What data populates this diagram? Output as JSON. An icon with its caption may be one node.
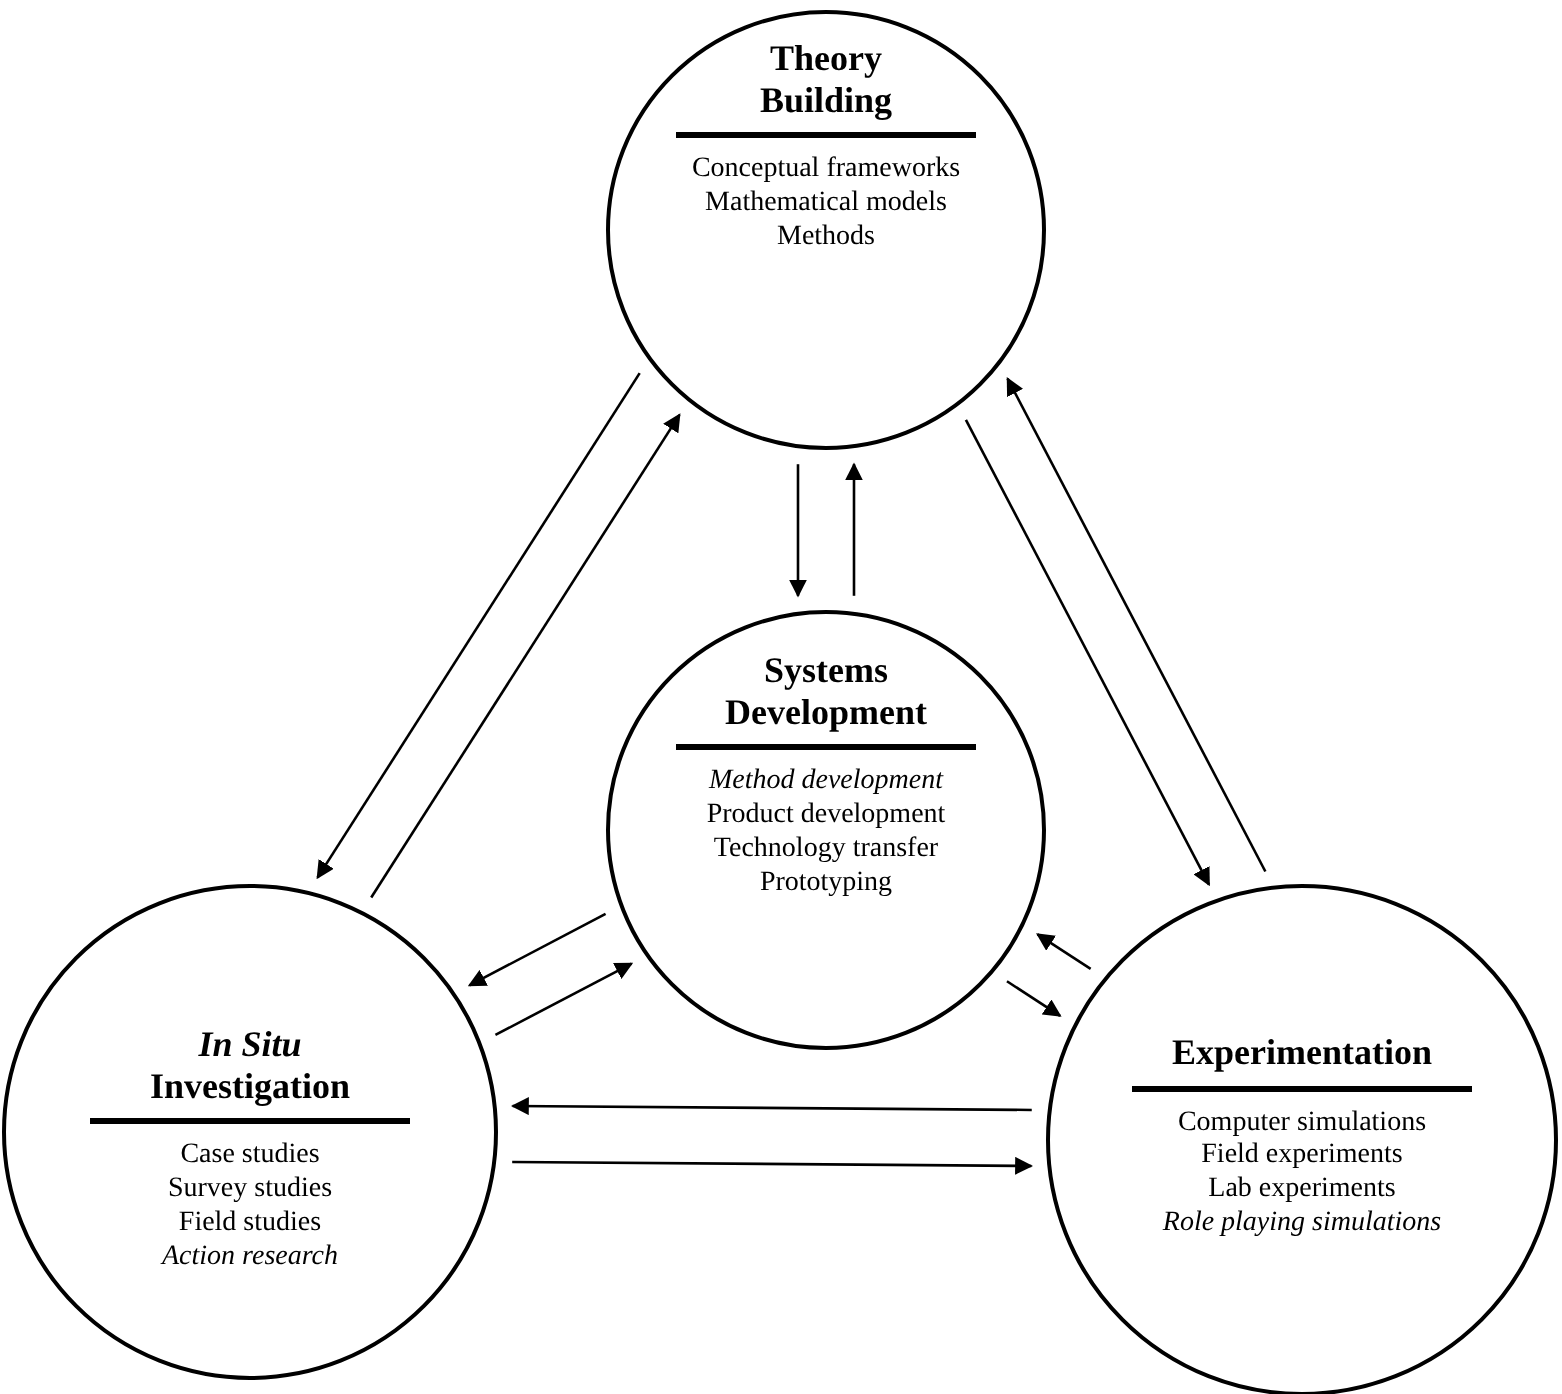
{
  "diagram": {
    "nodes": [
      {
        "text": [
          "Theory Building",
          "Conceptual frameworks",
          "Mathematical models",
          "Methods"
        ]
      },
      {
        "text": [
          "Systems Development",
          "*Method development*",
          "Product development",
          "Technology transfer",
          "Prototyping"
        ]
      },
      {
        "text": [
          "*In Situ* Investigation",
          "Case studies",
          "Survey studies",
          "Field studies",
          "*Action research*"
        ]
      },
      {
        "text": [
          "Experimentation",
          "Computer simulations",
          "Field experiments",
          "Lab experiments",
          "*Role playing simulations*"
        ]
      }
    ],
    "edges": [
      {
        "from": 2,
        "to": 0,
        "arrow": "to"
      },
      {
        "from": 0,
        "to": 2,
        "arrow": "to"
      },
      {
        "from": 0,
        "to": 1,
        "arrow": "to"
      },
      {
        "from": 1,
        "to": 0,
        "arrow": "to"
      },
      {
        "from": 0,
        "to": 3,
        "arrow": "to"
      },
      {
        "from": 3,
        "to": 0,
        "arrow": "to"
      },
      {
        "from": 2,
        "to": 1,
        "arrow": "to"
      },
      {
        "from": 1,
        "to": 2,
        "arrow": "to"
      },
      {
        "from": 1,
        "to": 3,
        "arrow": "to"
      },
      {
        "from": 3,
        "to": 1,
        "arrow": "to"
      },
      {
        "from": 3,
        "to": 2,
        "arrow": "to"
      },
      {
        "from": 2,
        "to": 3,
        "arrow": "to"
      }
    ]
  }
}
